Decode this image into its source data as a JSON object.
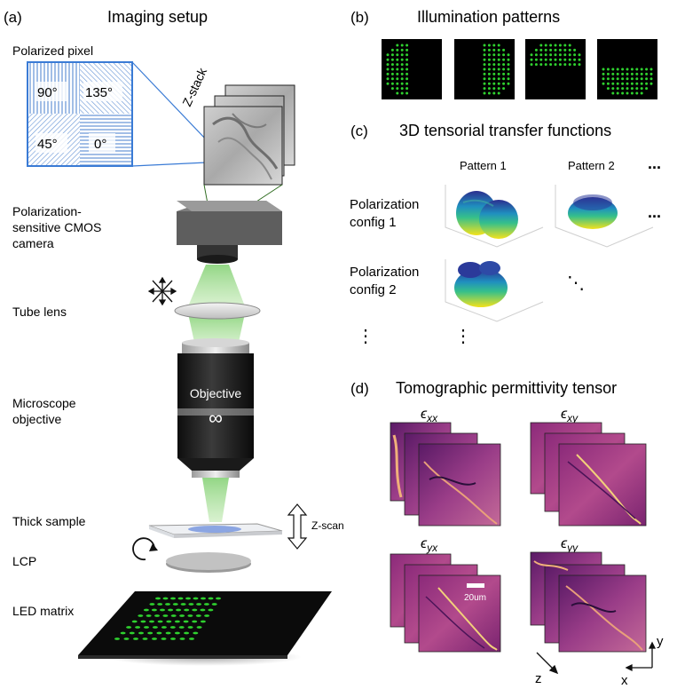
{
  "panel_a": {
    "letter": "(a)",
    "title": "Imaging setup",
    "polarized_pixel_label": "Polarized pixel",
    "angles": {
      "tl": "90°",
      "tr": "135°",
      "bl": "45°",
      "br": "0°"
    },
    "zstack_label": "Z-stack",
    "camera_label": [
      "Polarization-",
      "sensitive CMOS",
      "camera"
    ],
    "tube_lens_label": "Tube lens",
    "objective_label": [
      "Microscope",
      "objective"
    ],
    "objective_text": "Objective",
    "infinity_symbol": "∞",
    "thick_sample_label": "Thick sample",
    "zscan_label": "Z-scan",
    "lcp_label": "LCP",
    "led_label": "LED matrix"
  },
  "panel_b": {
    "letter": "(b)",
    "title": "Illumination patterns"
  },
  "panel_c": {
    "letter": "(c)",
    "title": "3D tensorial transfer functions",
    "pattern1": "Pattern 1",
    "pattern2": "Pattern 2",
    "ellipsis": "...",
    "pol1": [
      "Polarization",
      "config 1"
    ],
    "pol2": [
      "Polarization",
      "config 2"
    ],
    "vdots": "⋮",
    "ddots": "⋱"
  },
  "panel_d": {
    "letter": "(d)",
    "title": "Tomographic permittivity tensor",
    "eps_symbol": "ϵ",
    "labels": [
      "xx",
      "xy",
      "yx",
      "yy"
    ],
    "scalebar": "20um",
    "axis_z": "z",
    "axis_x": "x",
    "axis_y": "y"
  },
  "colors": {
    "led_green": "#2fd12f",
    "lattice_blue": "#3a7bd5",
    "beam_green": "#9fd88a",
    "magenta_dark": "#6a1f6e",
    "magenta_light": "#c0579a"
  }
}
